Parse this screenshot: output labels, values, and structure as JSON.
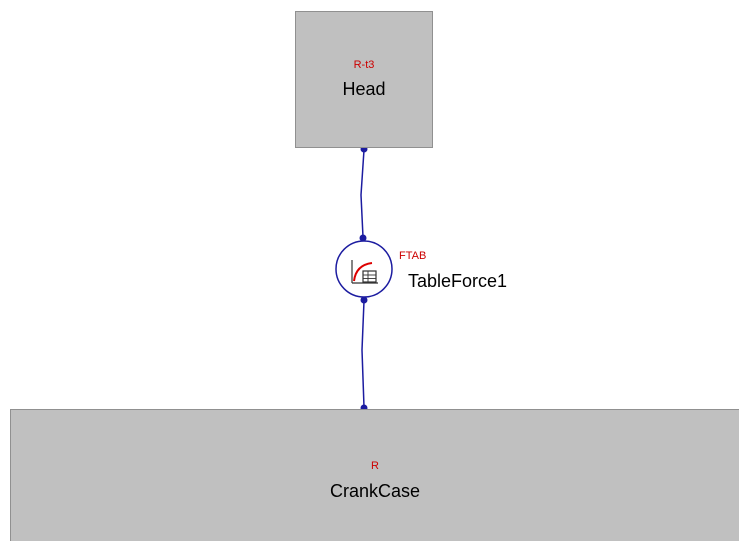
{
  "blocks": {
    "head": {
      "type": "R-t3",
      "name": "Head"
    },
    "crankcase": {
      "type": "R",
      "name": "CrankCase"
    }
  },
  "force_element": {
    "type": "FTAB",
    "name": "TableForce1",
    "icon": "table-force-icon"
  },
  "colors": {
    "block_fill": "#c0c0c0",
    "wire": "#1c1ca0",
    "type_label": "#cc0000",
    "name_label": "#000000"
  }
}
